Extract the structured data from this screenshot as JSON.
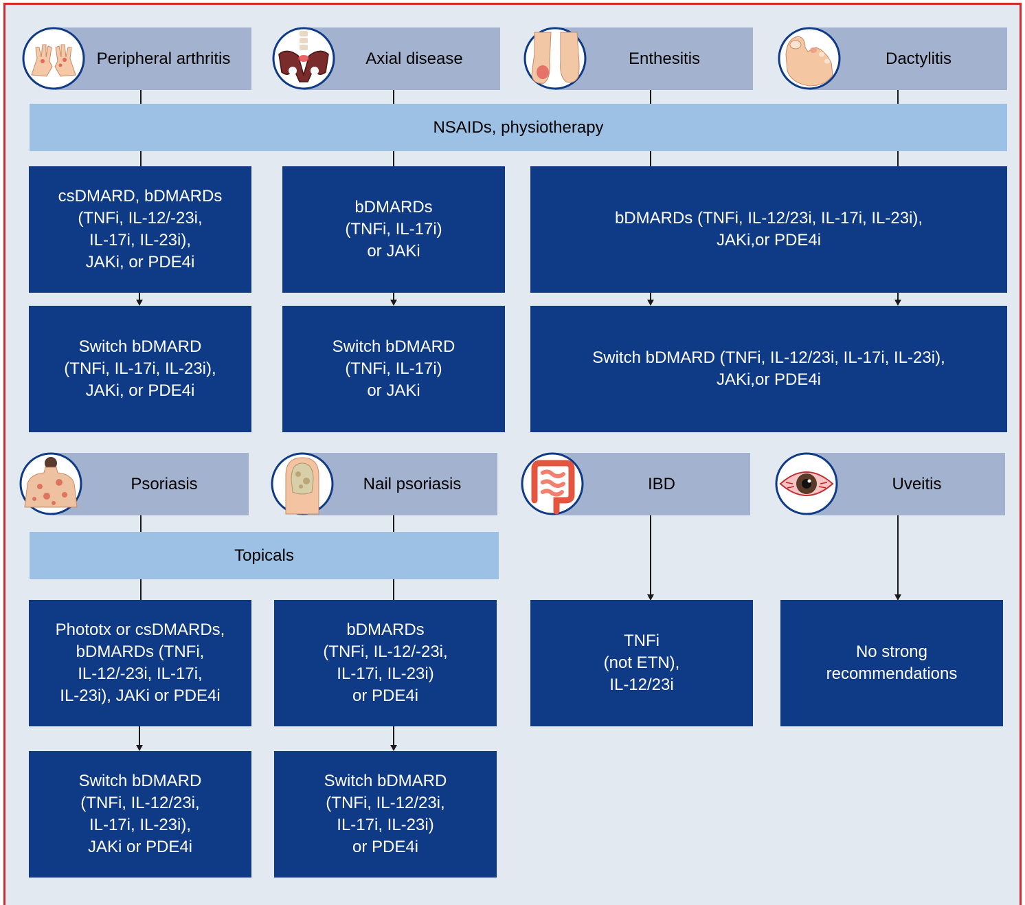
{
  "headers": {
    "peripheral_arthritis": "Peripheral arthritis",
    "axial_disease": "Axial disease",
    "enthesitis": "Enthesitis",
    "dactylitis": "Dactylitis",
    "psoriasis": "Psoriasis",
    "nail_psoriasis": "Nail psoriasis",
    "ibd": "IBD",
    "uveitis": "Uveitis"
  },
  "bars": {
    "nsaids": "NSAIDs, physiotherapy",
    "topicals": "Topicals"
  },
  "boxes": {
    "peripheral_first": "csDMARD, bDMARDs\n(TNFi, IL-12/-23i,\nIL-17i, IL-23i),\nJAKi, or PDE4i",
    "axial_first": "bDMARDs\n(TNFi, IL-17i)\nor JAKi",
    "enth_dact_first": "bDMARDs (TNFi, IL-12/23i, IL-17i, IL-23i),\nJAKi,or PDE4i",
    "peripheral_switch": "Switch bDMARD\n(TNFi, IL-17i, IL-23i),\nJAKi, or PDE4i",
    "axial_switch": "Switch bDMARD\n(TNFi, IL-17i)\nor JAKi",
    "enth_dact_switch": "Switch bDMARD (TNFi, IL-12/23i, IL-17i, IL-23i),\nJAKi,or PDE4i",
    "psoriasis_first": "Phototx or csDMARDs,\nbDMARDs (TNFi,\nIL-12/-23i, IL-17i,\nIL-23i), JAKi or PDE4i",
    "nail_first": "bDMARDs\n(TNFi, IL-12/-23i,\nIL-17i, IL-23i)\nor PDE4i",
    "ibd_first": "TNFi\n(not ETN),\nIL-12/23i",
    "uveitis_first": "No strong\nrecommendations",
    "psoriasis_switch": "Switch bDMARD\n(TNFi, IL-12/23i,\nIL-17i, IL-23i),\nJAKi or PDE4i",
    "nail_switch": "Switch bDMARD\n(TNFi, IL-12/23i,\nIL-17i, IL-23i)\nor PDE4i"
  },
  "colors": {
    "frame_border": "#d62a2a",
    "background": "#e3e9f0",
    "header_fill": "#a3b3cf",
    "bar_fill": "#9cc1e4",
    "box_fill": "#0e3a86",
    "box_text": "#ffffff"
  },
  "icons": [
    "hands-icon",
    "pelvis-icon",
    "heel-icon",
    "toe-icon",
    "back-skin-icon",
    "fingernail-icon",
    "intestine-icon",
    "red-eye-icon"
  ]
}
